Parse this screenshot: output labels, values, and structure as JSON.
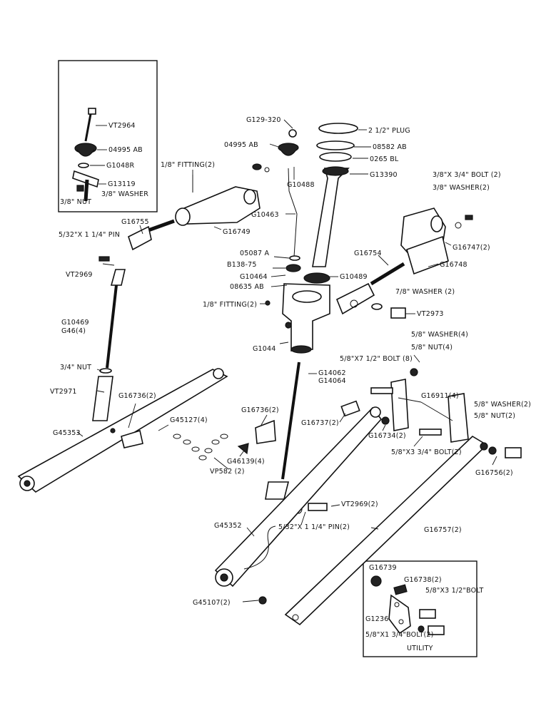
{
  "diagram": {
    "inset_top_left": {
      "labels": [
        "VT2964",
        "04995 AB",
        "G1048R",
        "G13119",
        "3/8\" NUT",
        "3/8\" WASHER"
      ]
    },
    "inset_bottom_right": {
      "caption": "UTILITY",
      "labels": [
        "G16739",
        "G16738(2)",
        "5/8\"X3 1/2\"BOLT",
        "G1236",
        "5/8\"X1 3/4\"BOLT(2)"
      ]
    },
    "labels": {
      "g129_320": "G129-320",
      "plug": "2 1/2\" PLUG",
      "o4995ab": "04995 AB",
      "o8582ab": "08582 AB",
      "o265bl": "0265 BL",
      "g10488": "G10488",
      "g13390": "G13390",
      "fitting_top": "1/8\" FITTING(2)",
      "bolt_tr": "3/8\"X 3/4\" BOLT (2)",
      "washer_tr": "3/8\" WASHER(2)",
      "g16755": "G16755",
      "pin_left": "5/32\"X 1 1/4\" PIN",
      "g10463": "G10463",
      "g16749": "G16749",
      "g16747": "G16747(2)",
      "vt2969": "VT2969",
      "o5087a": "05087 A",
      "b138_75": "B138-75",
      "g10464": "G10464",
      "o8635ab": "08635 AB",
      "g10489": "G10489",
      "g16754": "G16754",
      "g16748": "G16748",
      "washer78": "7/8\" WASHER (2)",
      "vt2973": "VT2973",
      "fitting_mid": "1/8\" FITTING(2)",
      "g10469": "G10469",
      "g464": "G46(4)",
      "g1044": "G1044",
      "washer58_4": "5/8\" WASHER(4)",
      "nut58_4": "5/8\" NUT(4)",
      "bolt_58x7": "5/8\"X7 1/2\" BOLT (8)",
      "nut34": "3/4\" NUT",
      "g14062": "G14062",
      "g14064": "G14064",
      "vt2971": "VT2971",
      "g16736_left": "G16736(2)",
      "g16911": "G16911(4)",
      "washer58_2": "5/8\" WASHER(2)",
      "nut58_2": "5/8\" NUT(2)",
      "g45127": "G45127(4)",
      "g16736_mid": "G16736(2)",
      "g16737": "G16737(2)",
      "g16734": "G16734(2)",
      "g45353": "G45353",
      "bolt58x3": "5/8\"X3 3/4\" BOLT(2)",
      "g46139": "G46139(4)",
      "vp582": "VP582 (2)",
      "g16756": "G16756(2)",
      "vt2969_2": "VT2969(2)",
      "pin_mid": "5/32\"X 1 1/4\" PIN(2)",
      "g45352": "G45352",
      "g16757": "G16757(2)",
      "g45107": "G45107(2)"
    }
  }
}
